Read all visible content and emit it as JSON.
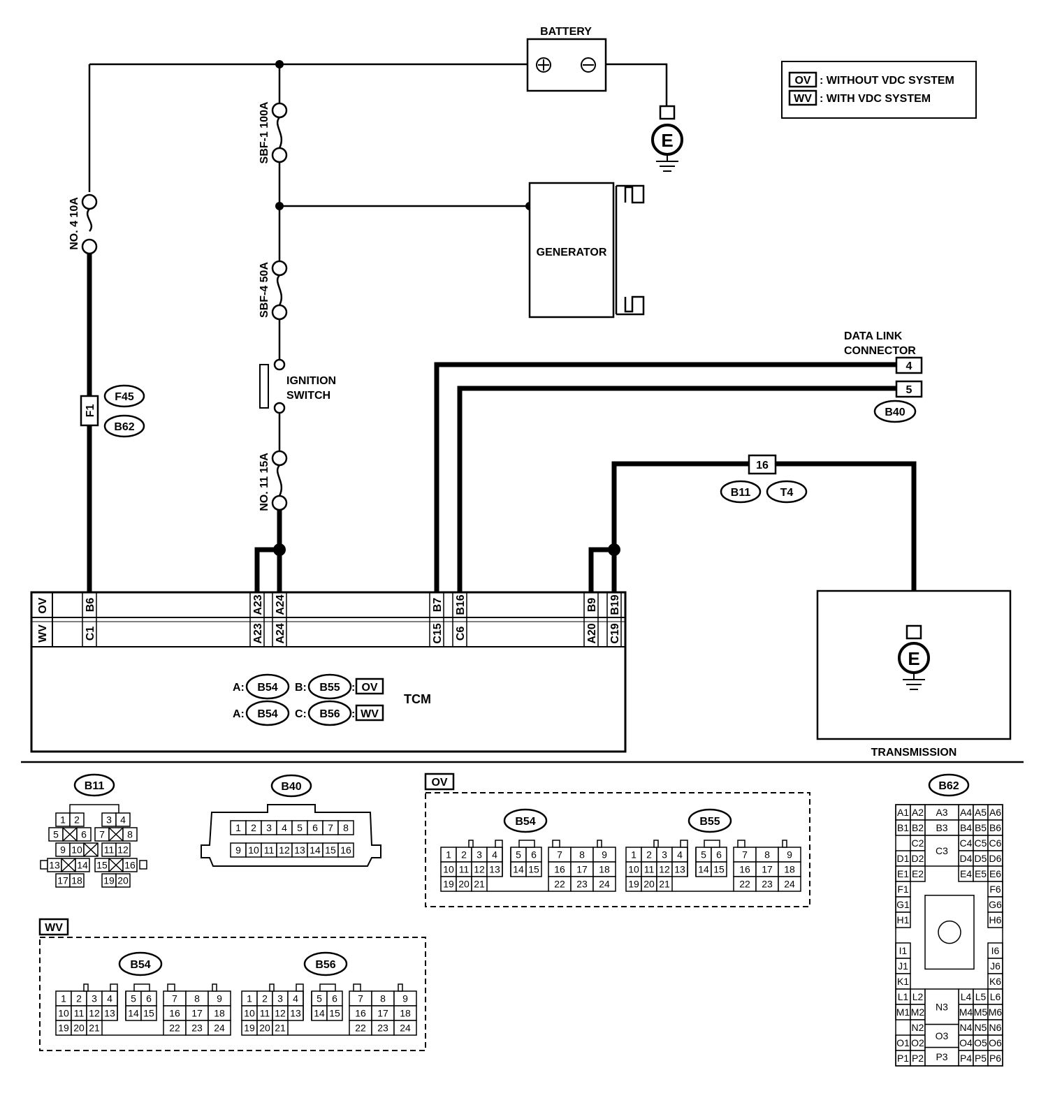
{
  "components": {
    "battery": "BATTERY",
    "generator": "GENERATOR",
    "ignition_switch": [
      "IGNITION",
      "SWITCH"
    ],
    "data_link_connector": [
      "DATA LINK",
      "CONNECTOR"
    ],
    "tcm": "TCM",
    "transmission": "TRANSMISSION",
    "ground": "E"
  },
  "fuses": {
    "no4": "NO. 4 10A",
    "sbf1": "SBF-1 100A",
    "sbf4": "SBF-4 50A",
    "no11": "NO. 11 15A"
  },
  "legend": [
    {
      "code": "OV",
      "text": ": WITHOUT VDC SYSTEM"
    },
    {
      "code": "WV",
      "text": ": WITH VDC SYSTEM"
    }
  ],
  "connector_refs": {
    "f1": "F1",
    "f45": "F45",
    "b62": "B62",
    "b40": "B40",
    "b11": "B11",
    "t4": "T4",
    "dlc_pins": [
      "4",
      "5"
    ],
    "b11_pin": "16"
  },
  "tcm_pins": {
    "row_labels": [
      "OV",
      "WV"
    ],
    "ov": [
      "B6",
      "A23",
      "A24",
      "B7",
      "B16",
      "B9",
      "B19"
    ],
    "wv": [
      "C1",
      "A23",
      "A24",
      "C15",
      "C6",
      "A20",
      "C19"
    ]
  },
  "tcm_connectors": [
    {
      "a": "A:",
      "a_ref": "B54",
      "b": "B:",
      "b_ref": "B55",
      "variant": "OV"
    },
    {
      "a": "A:",
      "a_ref": "B54",
      "b": "C:",
      "b_ref": "B56",
      "variant": "WV"
    }
  ],
  "connector_views": {
    "b11": "B11",
    "b40": "B40",
    "b62": "B62",
    "ov_group": "OV",
    "ov_b54": "B54",
    "ov_b55": "B55",
    "wv_group": "WV",
    "wv_b54": "B54",
    "wv_b56": "B56"
  }
}
